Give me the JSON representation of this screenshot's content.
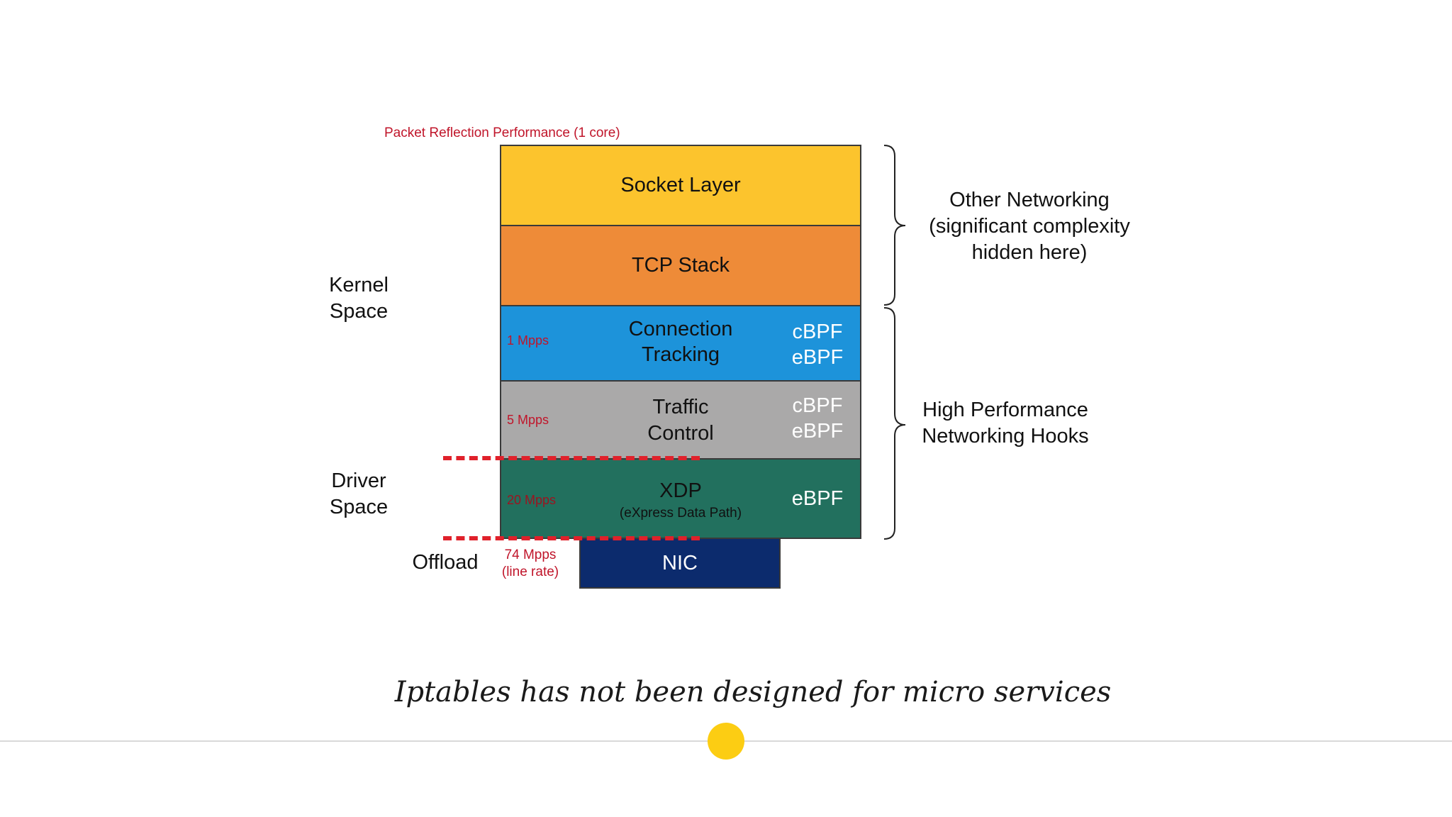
{
  "diagram": {
    "header": "Packet Reflection Performance (1 core)",
    "layers": {
      "socket": {
        "title": "Socket Layer",
        "color": "#fcc42d"
      },
      "tcp": {
        "title": "TCP Stack",
        "color": "#ee8b38"
      },
      "conntrack": {
        "title_line1": "Connection",
        "title_line2": "Tracking",
        "rate": "1 Mpps",
        "bpf1": "cBPF",
        "bpf2": "eBPF",
        "color": "#1d93da"
      },
      "tc": {
        "title_line1": "Traffic",
        "title_line2": "Control",
        "rate": "5 Mpps",
        "bpf1": "cBPF",
        "bpf2": "eBPF",
        "color": "#aaa9a9"
      },
      "xdp": {
        "title": "XDP",
        "subtitle": "(eXpress Data Path)",
        "rate": "20 Mpps",
        "bpf": "eBPF",
        "color": "#22705e"
      },
      "nic": {
        "title": "NIC",
        "rate_line1": "74 Mpps",
        "rate_line2": "(line rate)",
        "color": "#0c2b6d"
      }
    },
    "side_labels": {
      "kernel_line1": "Kernel",
      "kernel_line2": "Space",
      "driver_line1": "Driver",
      "driver_line2": "Space",
      "offload": "Offload"
    },
    "brace_labels": {
      "other_line1": "Other Networking",
      "other_line2": "(significant complexity",
      "other_line3": "hidden here)",
      "high_line1": "High Performance",
      "high_line2": "Networking Hooks"
    },
    "dash_color": "#e0212b",
    "rate_color": "#c0152a"
  },
  "caption": "Iptables has not been designed for micro services",
  "accent_dot_color": "#fccd13"
}
